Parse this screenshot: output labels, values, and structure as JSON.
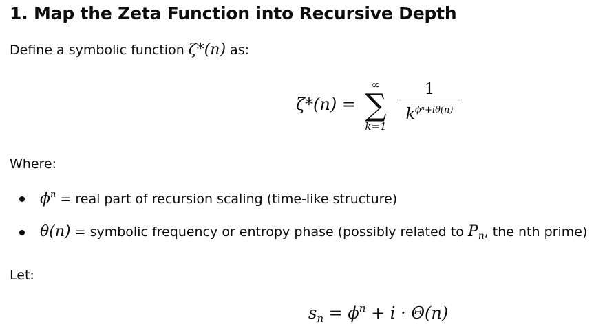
{
  "heading": "1. Map the Zeta Function into Recursive Depth",
  "define_para": {
    "prefix": "Define a symbolic function",
    "symbol": "ζ*(n)",
    "suffix": "as:"
  },
  "zeta_equation": {
    "lhs": "ζ*(n) =",
    "sum_upper": "∞",
    "sum_symbol": "∑",
    "sum_lower": "k=1",
    "numerator": "1",
    "den_base": "k",
    "den_exponent": "ϕⁿ+iθ(n)"
  },
  "where_label": "Where:",
  "bullets": [
    {
      "symbol": "ϕ",
      "symbol_sup": "n",
      "text": "= real part of recursion scaling (time-like structure)"
    },
    {
      "symbol": "θ(n)",
      "text_before": "= symbolic frequency or entropy phase (possibly related to",
      "inline_symbol": "P",
      "inline_sub": "n",
      "text_after": ", the nth prime)"
    }
  ],
  "let_label": "Let:",
  "sn_equation": {
    "lhs_base": "s",
    "lhs_sub": "n",
    "eq": "=",
    "phi": "ϕ",
    "phi_sup": "n",
    "rest": "+ i · Θ(n)"
  }
}
